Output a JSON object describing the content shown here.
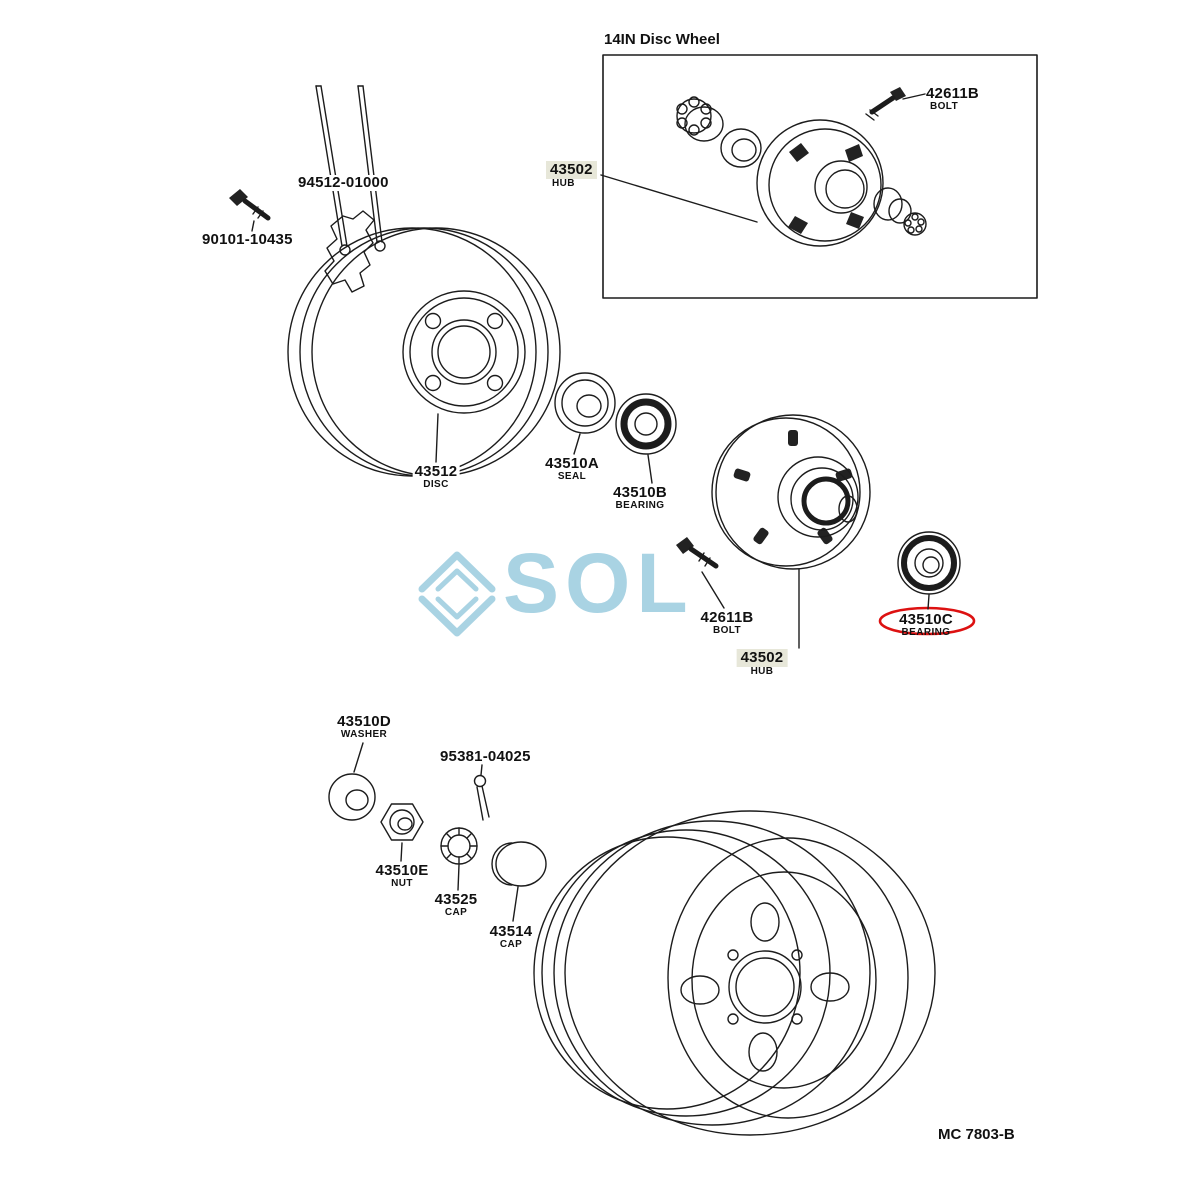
{
  "colors": {
    "line": "#1c1c1c",
    "highlight_box": "#e7e7d9",
    "emphasis_red": "#dd1111",
    "watermark_blue": "#a9d3e3"
  },
  "watermark": {
    "text": "SOL"
  },
  "inset": {
    "title": "14IN Disc Wheel"
  },
  "footer": {
    "code": "MC 7803-B"
  },
  "labels": {
    "bolt_top": {
      "num": "42611B",
      "name": "BOLT"
    },
    "hub_top": {
      "num": "43502",
      "name": "HUB"
    },
    "guide_pin": {
      "num": "94512-01000"
    },
    "caliper_bolt": {
      "num": "90101-10435"
    },
    "disc": {
      "num": "43512",
      "name": "DISC"
    },
    "seal": {
      "num": "43510A",
      "name": "SEAL"
    },
    "bearing_inner": {
      "num": "43510B",
      "name": "BEARING"
    },
    "stud_bolt": {
      "num": "42611B",
      "name": "BOLT"
    },
    "hub": {
      "num": "43502",
      "name": "HUB"
    },
    "bearing_outer": {
      "num": "43510C",
      "name": "BEARING"
    },
    "washer": {
      "num": "43510D",
      "name": "WASHER"
    },
    "cotter_pin": {
      "num": "95381-04025"
    },
    "nut": {
      "num": "43510E",
      "name": "NUT"
    },
    "bearing_cap": {
      "num": "43525",
      "name": "CAP"
    },
    "grease_cap": {
      "num": "43514",
      "name": "CAP"
    }
  }
}
